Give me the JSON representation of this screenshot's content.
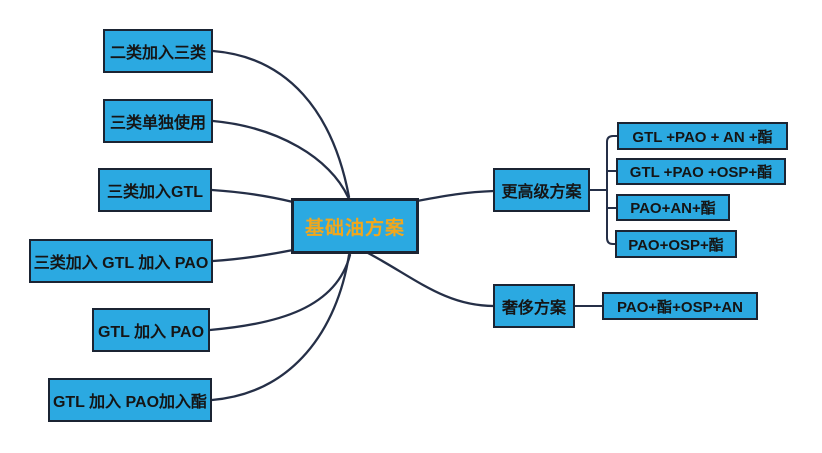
{
  "diagram": {
    "type": "mindmap",
    "root": {
      "label": "基础油方案"
    },
    "left_branches": [
      {
        "label": "二类加入三类"
      },
      {
        "label": "三类单独使用"
      },
      {
        "label": "三类加入GTL"
      },
      {
        "label": "三类加入 GTL 加入 PAO"
      },
      {
        "label": "GTL 加入 PAO"
      },
      {
        "label": "GTL 加入 PAO加入酯"
      }
    ],
    "right_branches": [
      {
        "label": "更高级方案",
        "children": [
          {
            "label": "GTL +PAO + AN +酯"
          },
          {
            "label": "GTL +PAO +OSP+酯"
          },
          {
            "label": "PAO+AN+酯"
          },
          {
            "label": "PAO+OSP+酯"
          }
        ]
      },
      {
        "label": "奢侈方案",
        "children": [
          {
            "label": "PAO+酯+OSP+AN"
          }
        ]
      }
    ],
    "colors": {
      "background": "#FFFFFF",
      "node_fill": "#2BA9E1",
      "node_border": "#1B2433",
      "connector": "#252F47",
      "node_text": "#151515",
      "root_text": "#F2A71B"
    }
  }
}
